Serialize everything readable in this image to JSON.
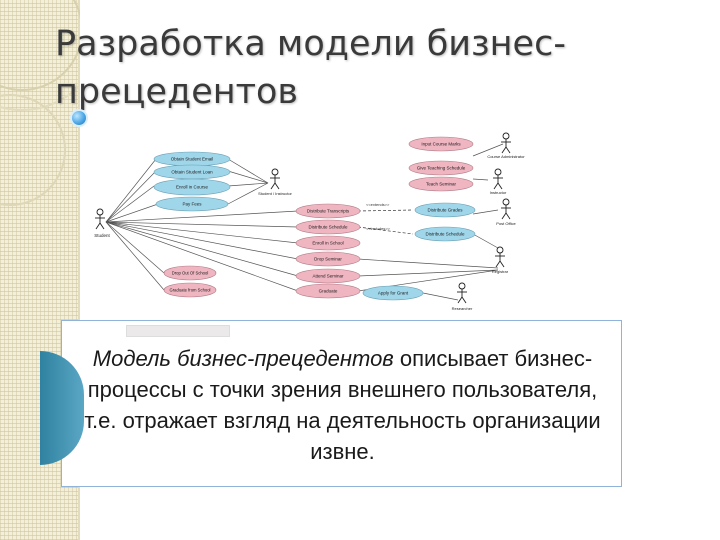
{
  "slide": {
    "title": "Разработка модели бизнес-прецедентов"
  },
  "description": {
    "term": "Модель бизнес-прецедентов",
    "text": " описывает бизнес-процессы с точки зрения внешнего пользователя, т.е. отражает взгляд на деятельность организации извне."
  },
  "colors": {
    "accent_blue": "#4da7e6",
    "teal_arc": "#2f82a0",
    "box_border": "#8fb3d9",
    "usecase_blue": "#9fd6ea",
    "usecase_pink": "#efb5c0"
  },
  "diagram": {
    "actors": [
      {
        "id": "a_student",
        "label": "Student"
      },
      {
        "id": "a_instructor",
        "label": "Student / Instructor"
      },
      {
        "id": "a_admin",
        "label": "Course Administrator"
      },
      {
        "id": "a_instructor2",
        "label": "Instructor"
      },
      {
        "id": "a_postoffice",
        "label": "Post Office"
      },
      {
        "id": "a_registrar",
        "label": "Registrar"
      },
      {
        "id": "a_researcher",
        "label": "Researcher"
      }
    ],
    "usecases": [
      {
        "id": "u1",
        "label": "Obtain Student Email"
      },
      {
        "id": "u2",
        "label": "Obtain Student Loan"
      },
      {
        "id": "u3",
        "label": "Enroll in Course"
      },
      {
        "id": "u4",
        "label": "Pay Fees"
      },
      {
        "id": "u5",
        "label": "Input Course Marks"
      },
      {
        "id": "u6",
        "label": "Give Teaching Schedule"
      },
      {
        "id": "u7",
        "label": "Teach Seminar"
      },
      {
        "id": "u8",
        "label": "Distribute Transcripts"
      },
      {
        "id": "u9",
        "label": "Distribute Schedule"
      },
      {
        "id": "u10",
        "label": "Enroll in School"
      },
      {
        "id": "u11",
        "label": "Drop Seminar"
      },
      {
        "id": "u12",
        "label": "Attend Seminar"
      },
      {
        "id": "u13",
        "label": "Graduate"
      },
      {
        "id": "u14",
        "label": "Drop Out Of School"
      },
      {
        "id": "u15",
        "label": "Graduate from School"
      },
      {
        "id": "u16",
        "label": "Distribute Grades"
      },
      {
        "id": "u17",
        "label": "Distribute Schedule"
      },
      {
        "id": "u18",
        "label": "Apply for Grant"
      }
    ],
    "stereotypes": [
      "<<extends>>",
      "<<includes>>"
    ]
  }
}
